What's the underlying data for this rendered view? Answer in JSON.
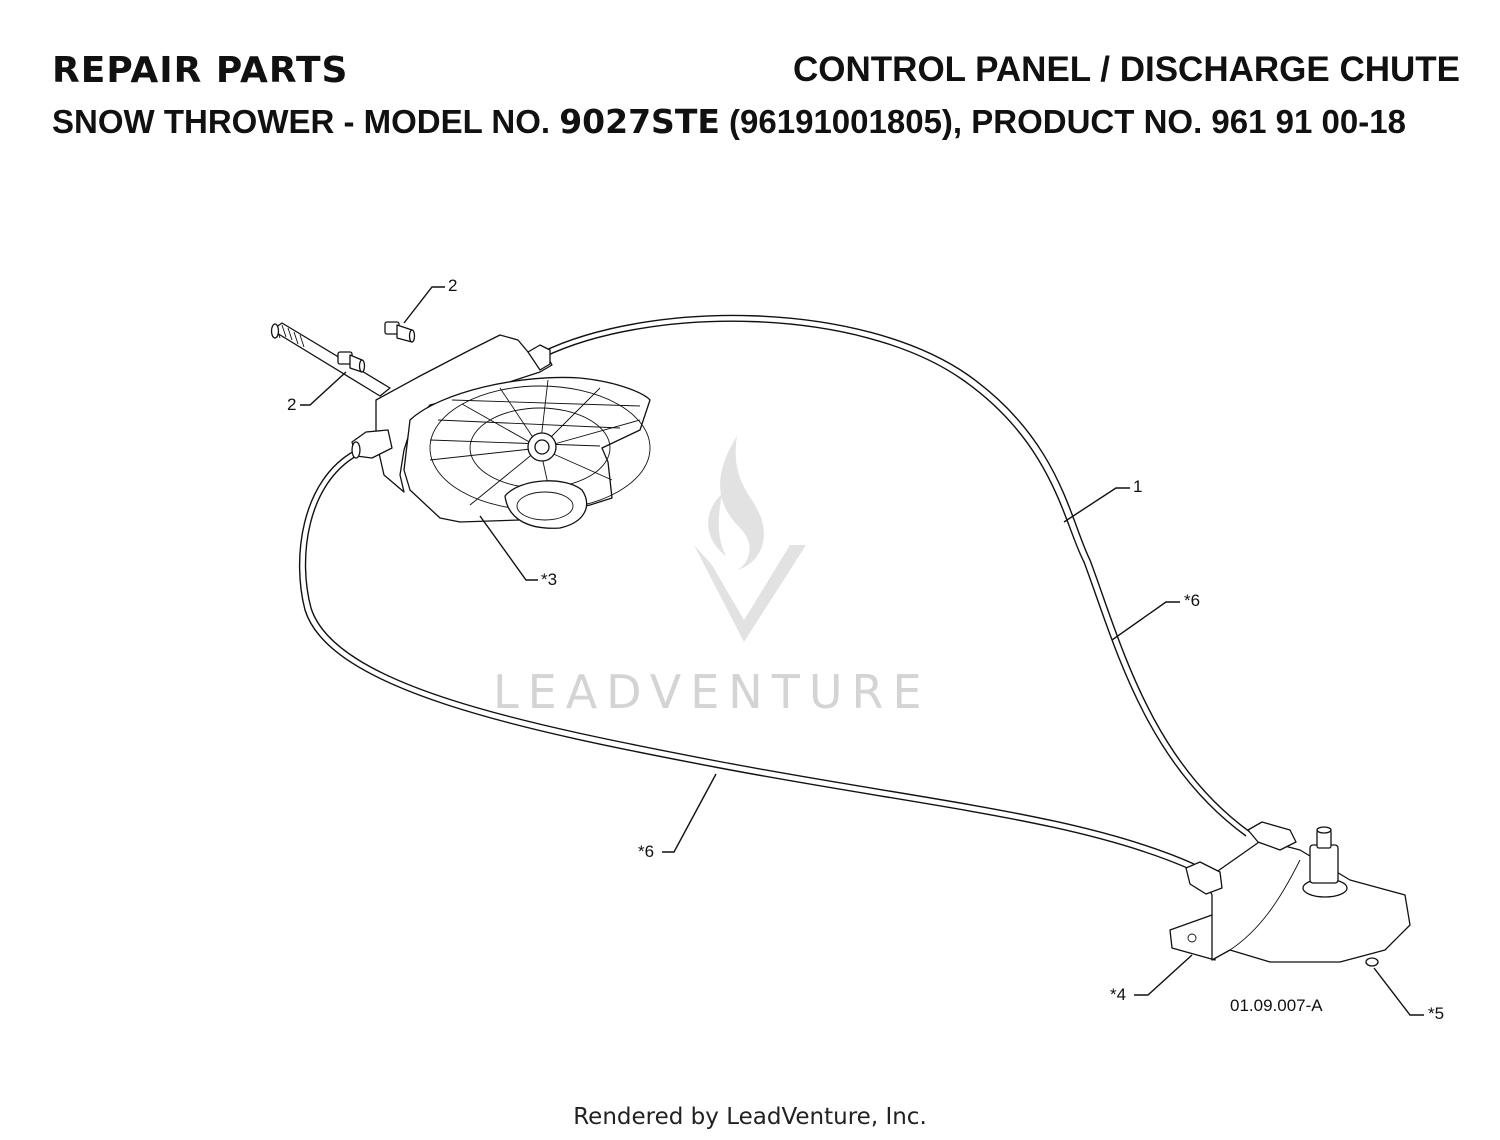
{
  "header": {
    "left_title": "REPAIR PARTS",
    "right_title": "CONTROL PANEL / DISCHARGE CHUTE",
    "subtitle_prefix": "SNOW THROWER - MODEL NO.",
    "model": "9027STE",
    "subtitle_suffix": "(96191001805), PRODUCT NO. 961 91 00-18"
  },
  "callouts": {
    "c1": "1",
    "c2a": "2",
    "c2b": "2",
    "c3": "*3",
    "c4": "*4",
    "c5": "*5",
    "c6a": "*6",
    "c6b": "*6"
  },
  "drawing_number": "01.09.007-A",
  "watermark": {
    "text": "LEADVENTURE"
  },
  "footer": {
    "text": "Rendered by LeadVenture, Inc."
  }
}
